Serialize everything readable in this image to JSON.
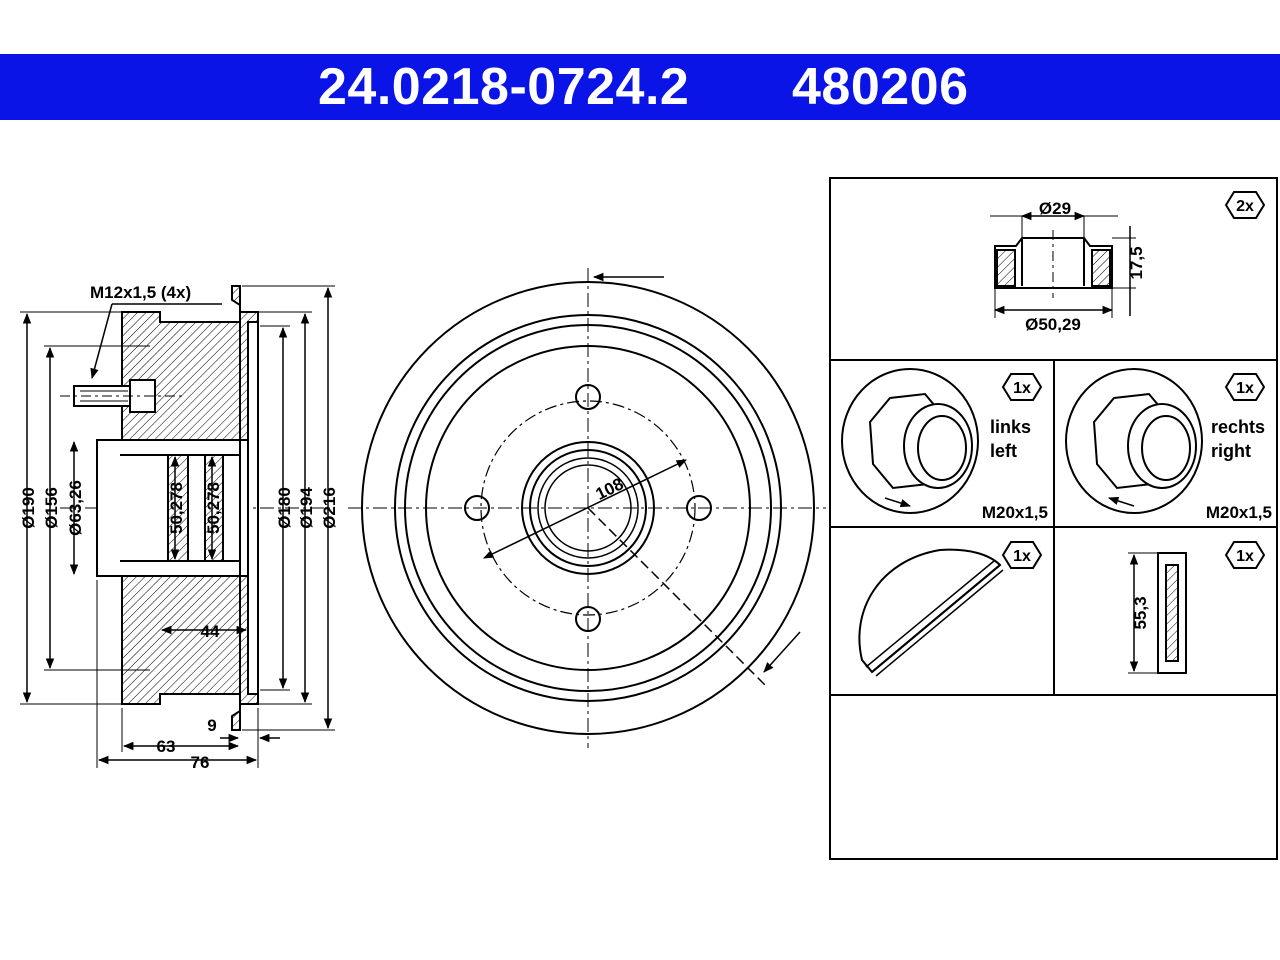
{
  "header": {
    "part_number": "24.0218-0724.2",
    "ref_number": "480206",
    "bar_color": "#0a14e6"
  },
  "side_view": {
    "thread": "M12x1,5 (4x)",
    "d190": "Ø190",
    "d156": "Ø156",
    "d63": "Ø63,26",
    "bore1": "50,278",
    "bore2": "50,278",
    "d180": "Ø180",
    "d194": "Ø194",
    "d216": "Ø216",
    "w44": "44",
    "w9": "9",
    "w63": "63",
    "w76": "76"
  },
  "front_view": {
    "pcd": "108"
  },
  "accessories": {
    "bearing": {
      "qty": "2x",
      "inner": "Ø29",
      "outer": "Ø50,29",
      "height": "17,5"
    },
    "nut_left": {
      "qty": "1x",
      "label1": "links",
      "label2": "left",
      "thread": "M20x1,5"
    },
    "nut_right": {
      "qty": "1x",
      "label1": "rechts",
      "label2": "right",
      "thread": "M20x1,5"
    },
    "cap": {
      "qty": "1x"
    },
    "seal": {
      "qty": "1x",
      "dim": "55,3"
    }
  }
}
